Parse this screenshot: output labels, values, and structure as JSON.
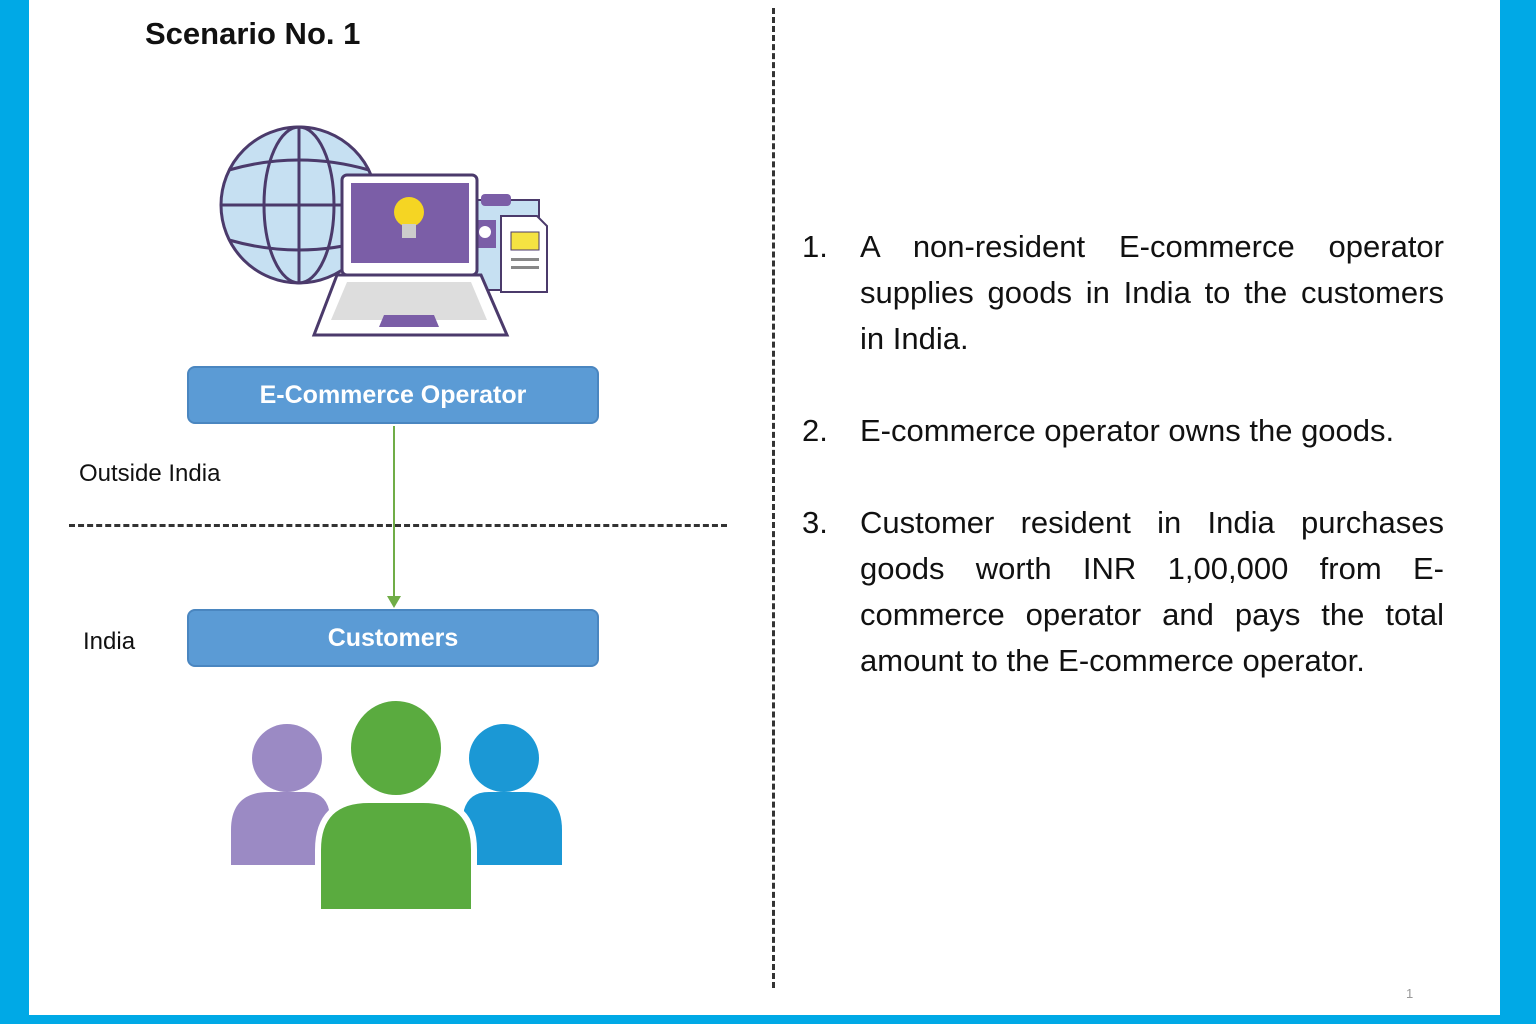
{
  "title": "Scenario No. 1",
  "diagram": {
    "operator_box": "E-Commerce Operator",
    "customers_box": "Customers",
    "outside_label": "Outside India",
    "india_label": "India"
  },
  "list": [
    {
      "num": "1.",
      "text": "A non-resident E-commerce operator supplies goods in India to the customers in India."
    },
    {
      "num": "2.",
      "text": "E-commerce operator owns the goods."
    },
    {
      "num": "3.",
      "text": "Customer resident in India purchases goods worth INR 1,00,000 from E-commerce operator and pays the total amount to the E-commerce operator."
    }
  ],
  "page_number": "1",
  "colors": {
    "frame": "#00a9e6",
    "box": "#5b9bd5",
    "arrow": "#70ad47"
  }
}
